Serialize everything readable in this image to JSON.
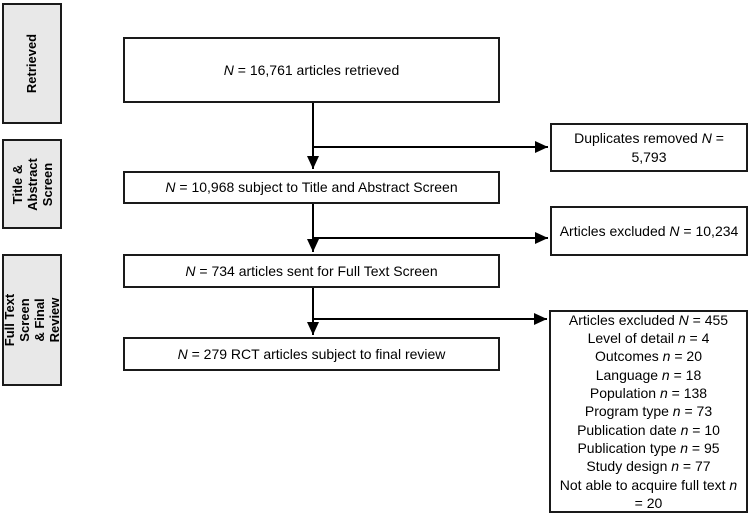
{
  "palette": {
    "background": "#ffffff",
    "box_fill": "#ffffff",
    "stage_fill": "#e8e8e8",
    "border": "#1a1a1a",
    "line": "#000000",
    "text": "#000000"
  },
  "stage_labels": [
    {
      "label": "Retrieved"
    },
    {
      "label": "Title &\nAbstract\nScreen"
    },
    {
      "label": "Full Text Screen\n& Final Review"
    }
  ],
  "flow_boxes": [
    {
      "text": "N = 16,761 articles retrieved"
    },
    {
      "text": "N = 10,968 subject to Title and Abstract Screen"
    },
    {
      "text": "N = 734 articles sent for Full Text Screen"
    },
    {
      "text": "N = 279 RCT articles subject to final review"
    }
  ],
  "exclusion_boxes": [
    {
      "text": "Duplicates removed N =\n5,793"
    },
    {
      "text": "Articles excluded N = 10,234"
    },
    {
      "lines": [
        "Articles excluded N = 455",
        "Level of detail n = 4",
        "Outcomes n = 20",
        "Language n = 18",
        "Population n = 138",
        "Program type n = 73",
        "Publication date n = 10",
        "Publication type n = 95",
        "Study design n = 77",
        "Not able to acquire full text n",
        "= 20"
      ]
    }
  ]
}
